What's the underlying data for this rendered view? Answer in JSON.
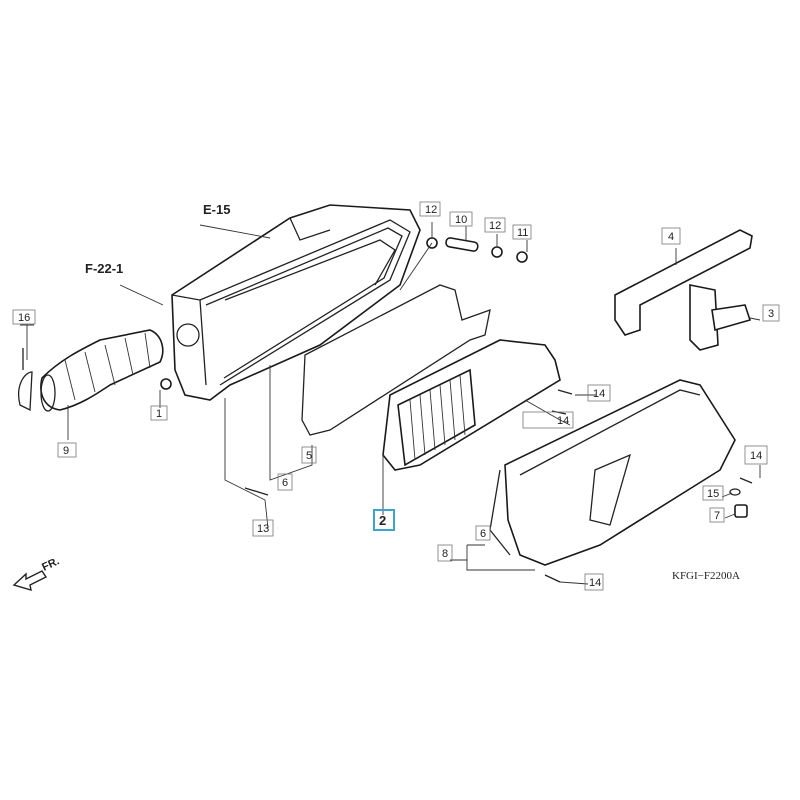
{
  "diagram": {
    "refs": {
      "e15": "E-15",
      "f221": "F-22-1"
    },
    "labels": [
      "16",
      "9",
      "1",
      "12",
      "10",
      "12",
      "11",
      "4",
      "3",
      "14",
      "14",
      "5",
      "6",
      "13",
      "2",
      "14",
      "15",
      "7",
      "6",
      "8",
      "14"
    ],
    "highlight_color": "#3aa6d0",
    "code": "KFGI−F2200A",
    "front": "FR."
  }
}
